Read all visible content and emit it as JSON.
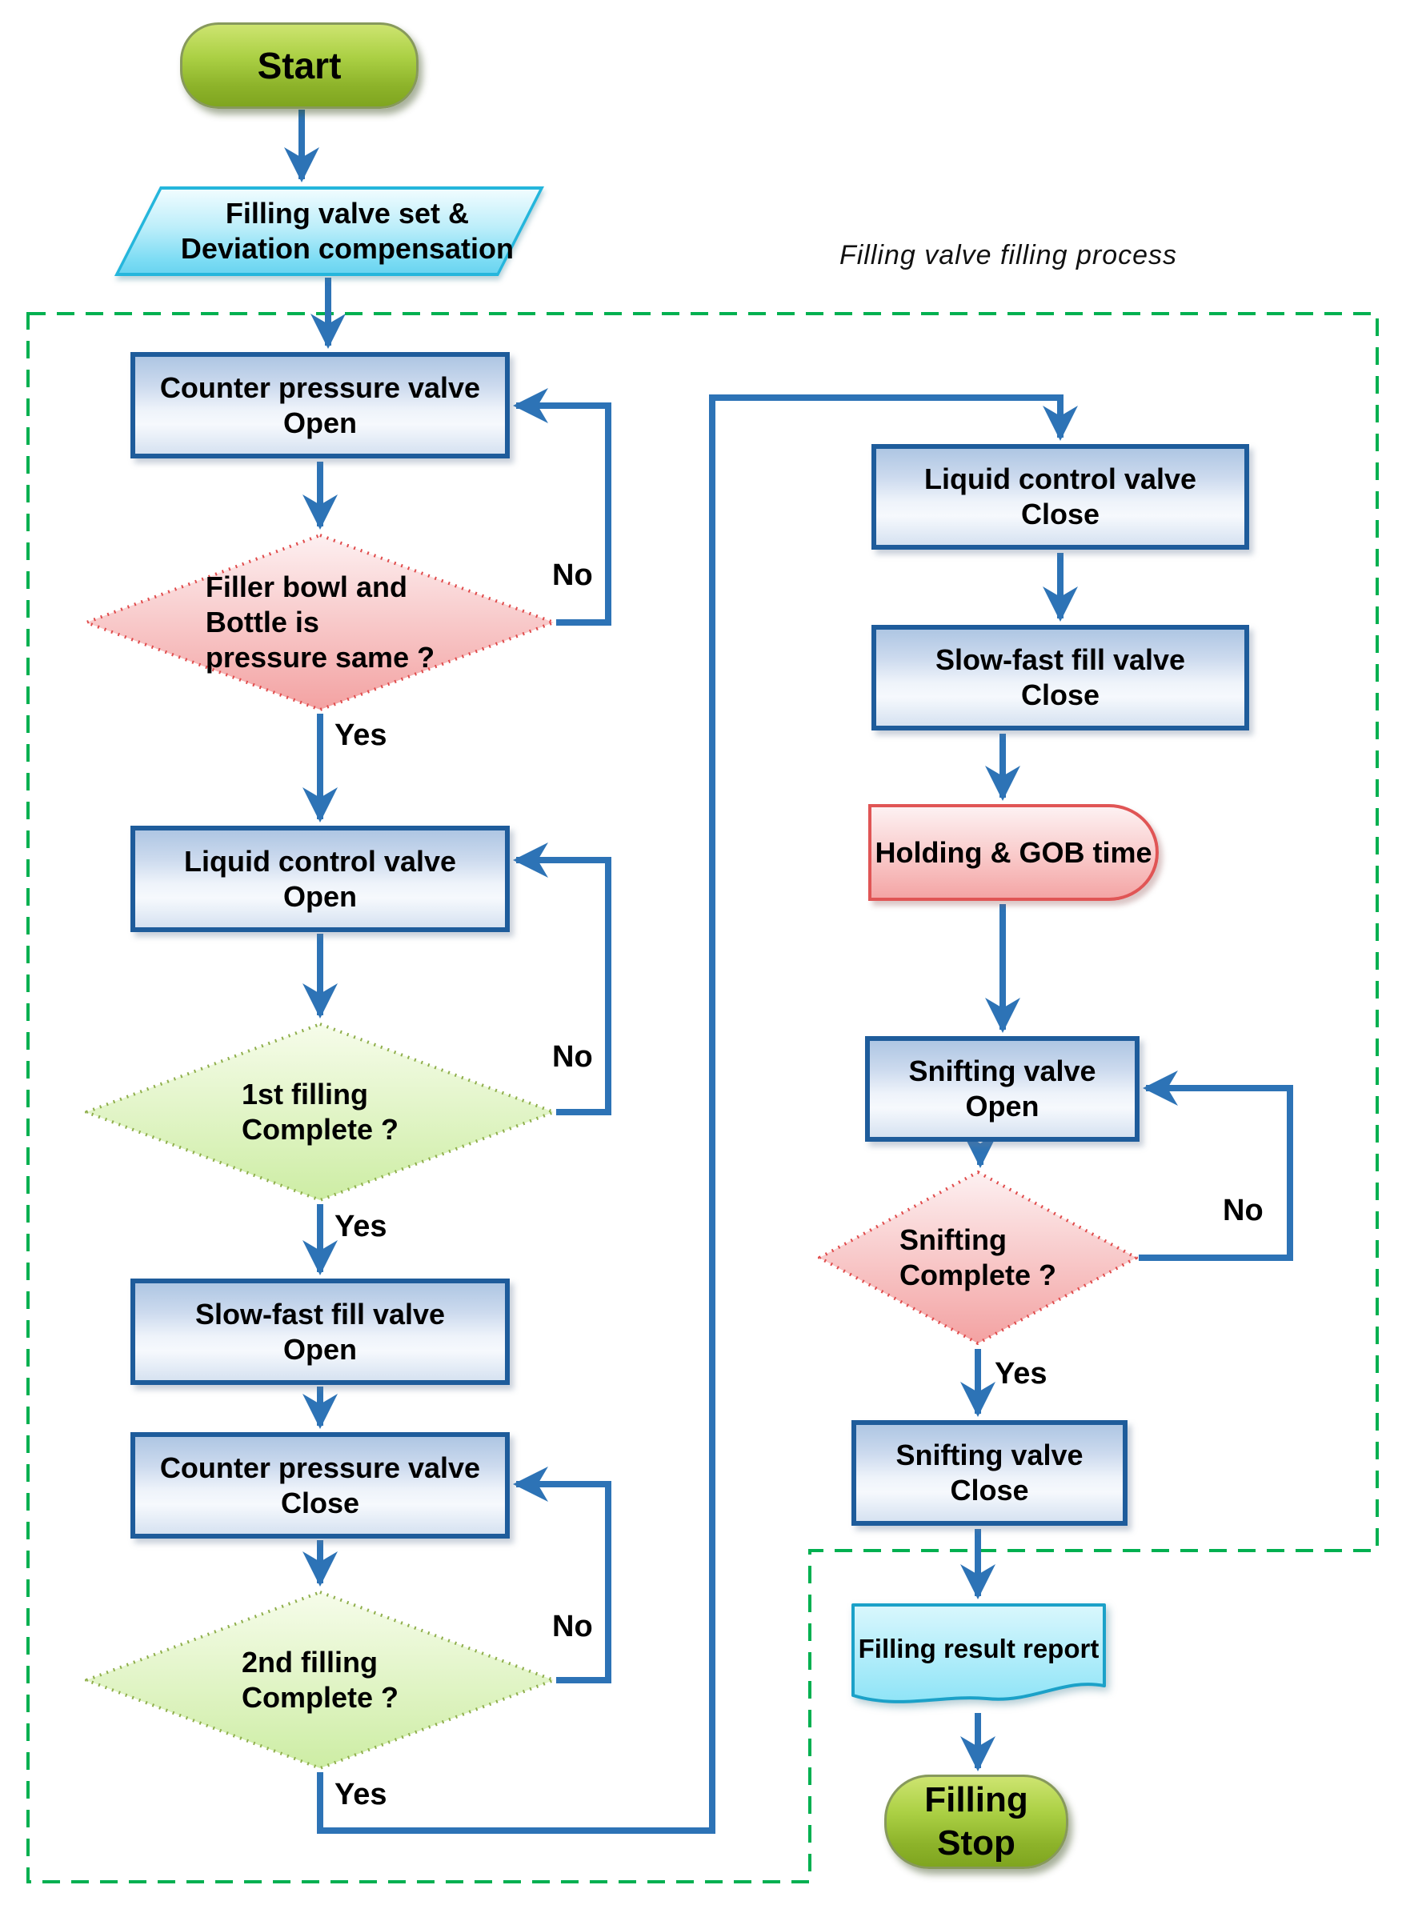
{
  "title": "Filling valve filling process",
  "colors": {
    "arrow_blue": "#2d73b6",
    "process_border": "#1e5c9b",
    "process_fill_top": "#aec6e3",
    "dashed_region_green": "#00b050",
    "decision_pink_border": "#e04b4b",
    "decision_green_border": "#8fae4b",
    "data_cyan_border": "#25b6dc",
    "terminator_green": "#8db32a"
  },
  "nodes": {
    "start": {
      "label": "Start",
      "type": "terminator"
    },
    "filling_valve_set": {
      "label": "Filling valve set &\nDeviation compensation",
      "type": "data"
    },
    "counter_pressure_open": {
      "label": "Counter pressure valve\nOpen",
      "type": "process"
    },
    "filler_bowl_pressure_same": {
      "label": "Filler bowl and\nBottle is\npressure same ?",
      "type": "decision"
    },
    "liquid_control_open": {
      "label": "Liquid control valve\nOpen",
      "type": "process"
    },
    "first_filling_complete": {
      "label": "1st filling\nComplete ?",
      "type": "decision"
    },
    "slow_fast_open": {
      "label": "Slow-fast fill valve\nOpen",
      "type": "process"
    },
    "counter_pressure_close": {
      "label": "Counter pressure valve\nClose",
      "type": "process"
    },
    "second_filling_complete": {
      "label": "2nd filling\nComplete ?",
      "type": "decision"
    },
    "liquid_control_close": {
      "label": "Liquid control valve\nClose",
      "type": "process"
    },
    "slow_fast_close": {
      "label": "Slow-fast fill valve\nClose",
      "type": "process"
    },
    "holding_gob_time": {
      "label": "Holding & GOB time",
      "type": "delay"
    },
    "snifting_open": {
      "label": "Snifting valve\nOpen",
      "type": "process"
    },
    "snifting_complete": {
      "label": "Snifting\nComplete ?",
      "type": "decision"
    },
    "snifting_close": {
      "label": "Snifting valve\nClose",
      "type": "process"
    },
    "filling_result_report": {
      "label": "Filling result report",
      "type": "document"
    },
    "filling_stop": {
      "label": "Filling Stop",
      "type": "terminator"
    }
  },
  "branch_labels": {
    "filler_bowl_yes": "Yes",
    "filler_bowl_no": "No",
    "first_filling_yes": "Yes",
    "first_filling_no": "No",
    "second_filling_yes": "Yes",
    "second_filling_no": "No",
    "snifting_yes": "Yes",
    "snifting_no": "No"
  }
}
